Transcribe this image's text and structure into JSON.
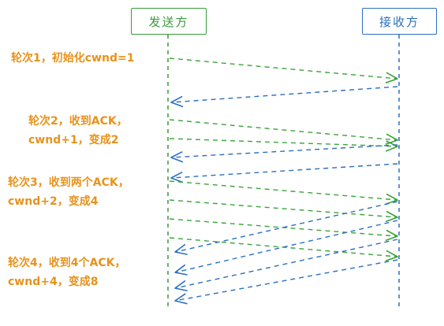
{
  "actors": {
    "sender": "发送方",
    "receiver": "接收方"
  },
  "colors": {
    "send": "#3aa43a",
    "ack": "#2a6fc0",
    "note": "#e8921c"
  },
  "notes": [
    {
      "lines": [
        "轮次1，初始化cwnd=1"
      ]
    },
    {
      "lines": [
        "轮次2，收到ACK，",
        "cwnd+1，变成2"
      ]
    },
    {
      "lines": [
        "轮次3，收到两个ACK，",
        "cwnd+2，变成4"
      ]
    },
    {
      "lines": [
        "轮次4，收到4个ACK，",
        "cwnd+4，变成8"
      ]
    }
  ]
}
